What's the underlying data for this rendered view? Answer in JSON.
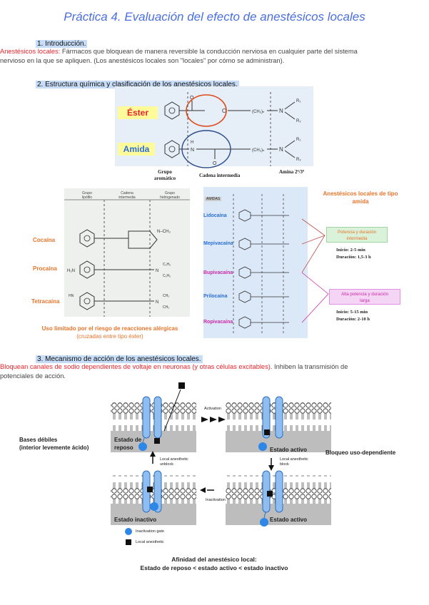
{
  "title": "Práctica 4. Evaluación del efecto de anestésicos locales",
  "section1": {
    "heading": "1. Introducción.",
    "term": "Anestésicos locales:",
    "text_line1": " Fármacos que bloquean de manera reversible la conducción nerviosa en cualquier parte del sistema",
    "text_line2": "nervioso en la que se apliquen. (Los anestésicos locales son \"locales\" por cómo se administran)."
  },
  "section2": {
    "heading": "2. Estructura química y clasificación de los anestésicos locales.",
    "structure_fig": {
      "ester": "Éster",
      "amide": "Amida",
      "col1": "Grupo",
      "col1b": "aromático",
      "col2": "Cadena intermedia",
      "col3": "Amina 2ª/3ª"
    },
    "ester_fig": {
      "head1": "Grupo",
      "head1b": "lipófilo",
      "head2": "Cadena",
      "head2b": "intermedia",
      "head3": "Grupo",
      "head3b": "hidrogenado",
      "drugs": [
        "Cocaína",
        "Procaína",
        "Tetracaína"
      ],
      "caption1": "Uso limitado por el riesgo de reacciones alérgicas",
      "caption2": "(cruzadas entre tipo éster)"
    },
    "amide_fig": {
      "title1": "Anestésicos locales de tipo",
      "title2": "amida",
      "drugs": [
        "Lidocaína",
        "Mepivacaína",
        "Bupivacaína",
        "Prilocaína",
        "Ropivacaína"
      ],
      "box1a": "Potencia y duración",
      "box1b": "intermedia",
      "info1a": "Inicio: 2-5 min",
      "info1b": "Duración: 1,5-3 h",
      "box2a": "Alta potencia y duración",
      "box2b": "larga",
      "info2a": "Inicio: 5-15 min",
      "info2b": "Duración: 2-10 h",
      "tag": "AMIDAS"
    }
  },
  "section3": {
    "heading": "3. Mecanismo de acción de los anestésicos locales.",
    "red_text": "Bloquean canales de sodio dependientes de voltaje en neuronas (y otras células excitables)",
    "text_rest": ". Inhiben la transmisión de",
    "text_line2": "potenciales de acción.",
    "mech_fig": {
      "weak_bases1": "Bases débiles",
      "weak_bases2": "(interior levemente ácido)",
      "state_rest1": "Estado de",
      "state_rest2": "reposo",
      "state_active": "Estado activo",
      "state_active2": "Estado activo",
      "state_inactive": "Estado inactivo",
      "use_dependent": "Bloqueo uso-dependiente",
      "activation": "Activation",
      "inactivation": "Inactivation",
      "la_unblock1": "Local anesthetic",
      "la_unblock2": "unblock",
      "la_block1": "Local anesthetic",
      "la_block2": "block",
      "legend_gate": "Inactivation gate",
      "legend_la": "Local anesthetic",
      "affinity1": "Afinidad del anestésico local:",
      "affinity2": "Estado de reposo < estado activo  < estado inactivo"
    }
  },
  "colors": {
    "title": "#4a6fe0",
    "highlight": "#c7dcf6",
    "red": "#e8242b",
    "channel": "#7fb0e8",
    "gate": "#2e86e6"
  }
}
